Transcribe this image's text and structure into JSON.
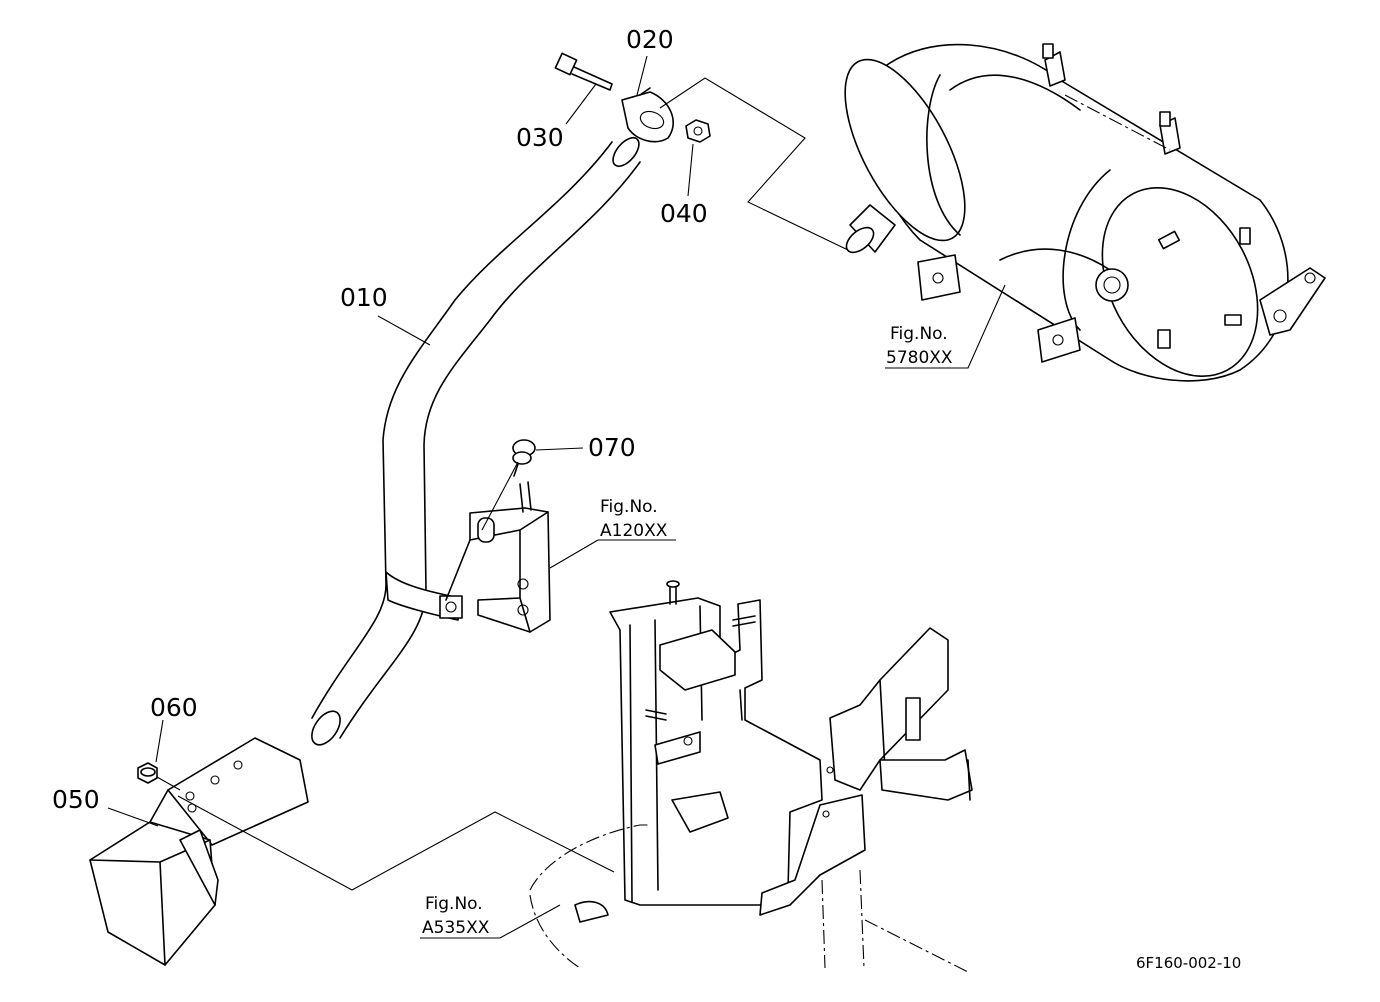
{
  "callouts": {
    "p010": "010",
    "p020": "020",
    "p030": "030",
    "p040": "040",
    "p050": "050",
    "p060": "060",
    "p070": "070"
  },
  "figure_refs": {
    "muffler": {
      "caption": "Fig.No.",
      "code": "5780XX"
    },
    "bracket": {
      "caption": "Fig.No.",
      "code": "A120XX"
    },
    "frame": {
      "caption": "Fig.No.",
      "code": "A535XX"
    }
  },
  "drawing_number": "6F160-002-10"
}
